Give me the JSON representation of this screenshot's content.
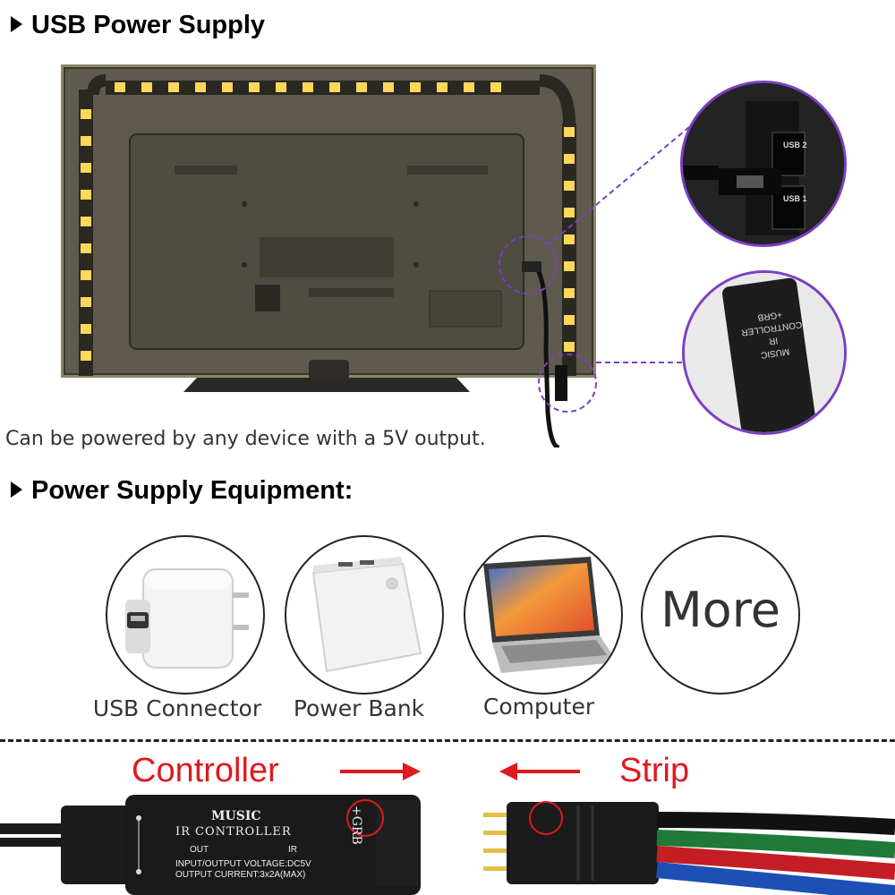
{
  "section1": {
    "title": "USB Power Supply",
    "caption": "Can be powered by any device with a 5V output."
  },
  "section2": {
    "title": "Power Supply Equipment:"
  },
  "devices": [
    {
      "icon": "usb-wall-adapter-icon",
      "label": "USB Connector"
    },
    {
      "icon": "power-bank-icon",
      "label": "Power Bank"
    },
    {
      "icon": "laptop-icon",
      "label": "Computer"
    },
    {
      "icon": "more-icon",
      "label": "More"
    }
  ],
  "zoom_top": {
    "port1": "USB 2",
    "port2": "USB 1"
  },
  "zoom_bottom": {
    "lines": [
      "MUSIC",
      "IR CONTROLLER",
      "+GRB"
    ]
  },
  "section3": {
    "controller_label": "Controller",
    "strip_label": "Strip",
    "controller_text": {
      "brand": "MUSIC",
      "title": "IR CONTROLLER",
      "out": "OUT",
      "ir": "IR",
      "voltage": "INPUT/OUTPUT VOLTAGE:DC5V",
      "current": "OUTPUT CURRENT:3x2A(MAX)",
      "pins": "+GRB"
    }
  },
  "colors": {
    "accent_red": "#e0191e",
    "zoom_purple": "#7b3fc2",
    "led_glow": "#ffd75a"
  }
}
